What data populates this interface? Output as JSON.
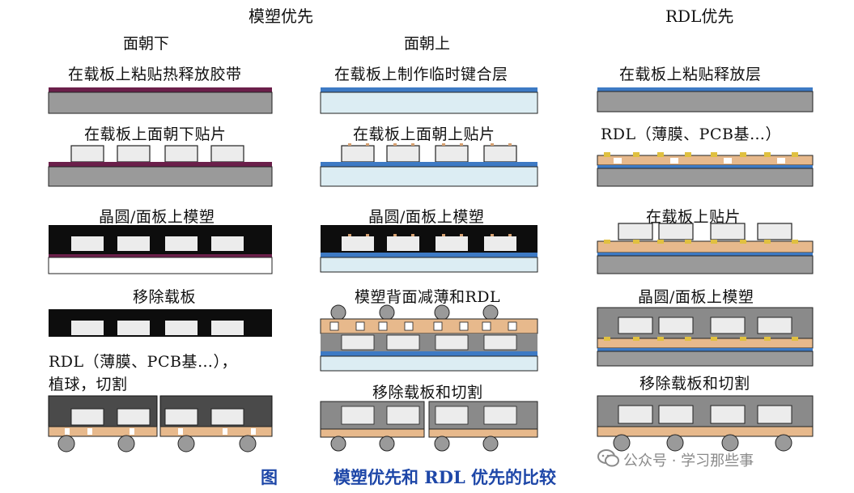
{
  "headers": {
    "molding_first": "模塑优先",
    "rdl_first": "RDL优先",
    "face_down": "面朝下",
    "face_up": "面朝上"
  },
  "col1": {
    "s1": "在载板上粘贴热释放胶带",
    "s2": "在载板上面朝下贴片",
    "s3": "晶圆/面板上模塑",
    "s4": "移除载板",
    "s5a": "RDL（薄膜、PCB基…），",
    "s5b": "植球，切割"
  },
  "col2": {
    "s1": "在载板上制作临时键合层",
    "s2": "在载板上面朝上贴片",
    "s3": "晶圆/面板上模塑",
    "s4": "模塑背面减薄和RDL",
    "s5": "移除载板和切割"
  },
  "col3": {
    "s1": "在载板上粘贴释放层",
    "s2": "RDL（薄膜、PCB基…）",
    "s3": "在载板上贴片",
    "s4": "晶圆/面板上模塑",
    "s5": "移除载板和切割"
  },
  "caption": {
    "fig": "图",
    "title": "模塑优先和 RDL 优先的比较"
  },
  "watermark": "公众号 · 学习那些事",
  "colors": {
    "carrier": "#9a9a9a",
    "tape": "#6b1f4a",
    "glass": "#dcedf3",
    "bond_layer": "#3d7ac4",
    "mold": "#0d0d0d",
    "chip": "#ececec",
    "rdl": "#e7b98c",
    "bump": "#9a9a9a",
    "caption": "#1e47a8"
  }
}
